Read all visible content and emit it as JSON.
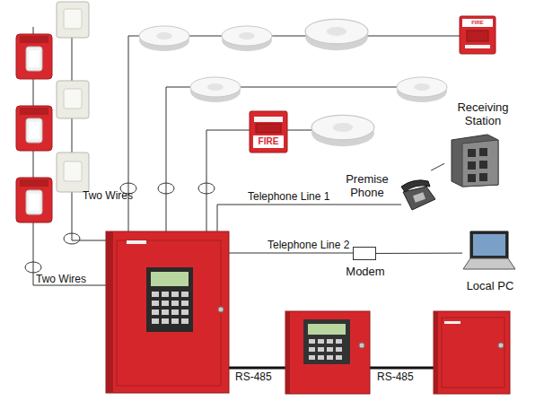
{
  "diagram": {
    "nodes": [
      {
        "text": [
          "Receiving Station"
        ]
      },
      {
        "text": [
          "Premise Phone"
        ]
      },
      {
        "text": [
          "Modem"
        ]
      },
      {
        "text": [
          "Local PC"
        ]
      }
    ],
    "edges": [
      {
        "from": 1,
        "to": 0,
        "arrow": "none"
      },
      {
        "from": 2,
        "to": 3,
        "arrow": "none"
      }
    ],
    "labels": [
      "FIRE",
      "FIRE",
      "Two Wires",
      "Telephone Line 1",
      "Telephone Line 2",
      "Two Wires",
      "RS-485",
      "RS-485"
    ]
  }
}
